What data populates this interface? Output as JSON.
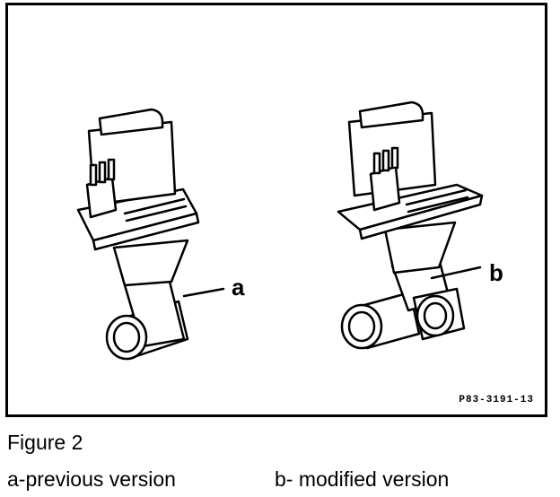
{
  "figure": {
    "label_a": "a",
    "label_b": "b",
    "reference": "P83-3191-13"
  },
  "caption": {
    "title": "Figure 2",
    "item_a": "a-previous version",
    "item_b": "b- modified version"
  }
}
